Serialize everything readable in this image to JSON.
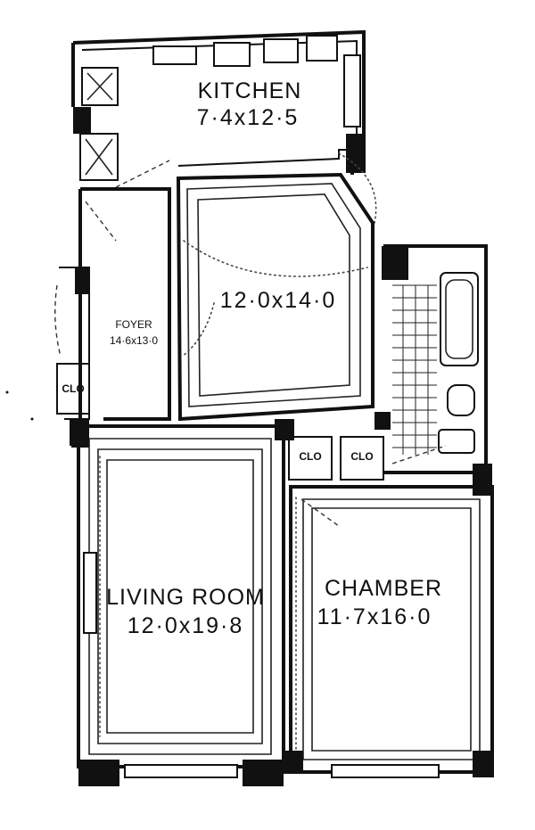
{
  "rooms": {
    "kitchen": {
      "name": "KITCHEN",
      "dims": "7·4x12·5"
    },
    "dining": {
      "dims": "12·0x14·0"
    },
    "foyer": {
      "name": "FOYER",
      "dims": "14·6x13·0"
    },
    "living_room": {
      "name": "LIVING ROOM",
      "dims": "12·0x19·8"
    },
    "chamber": {
      "name": "CHAMBER",
      "dims": "11·7x16·0"
    }
  },
  "closets": [
    "CLO",
    "CLO",
    "CLO"
  ]
}
